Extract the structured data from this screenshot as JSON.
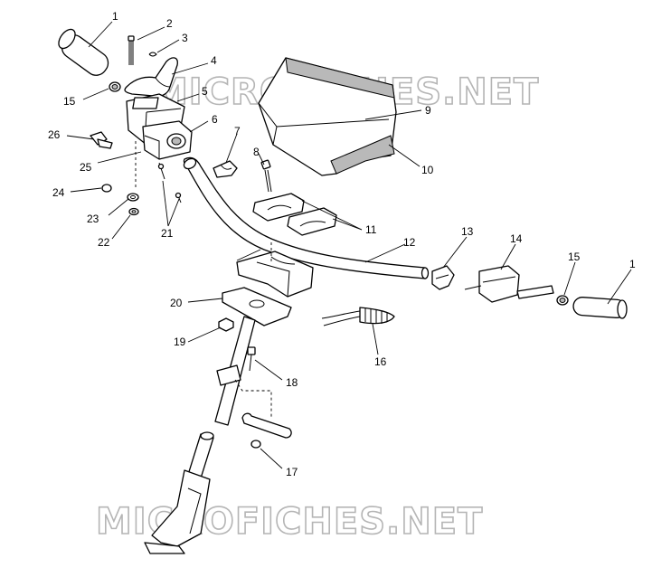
{
  "watermark": {
    "text": "MICROFICHES.NET",
    "color": "#b5b5b5"
  },
  "callouts": [
    {
      "id": "c1a",
      "text": "1"
    },
    {
      "id": "c2",
      "text": "2"
    },
    {
      "id": "c3",
      "text": "3"
    },
    {
      "id": "c4",
      "text": "4"
    },
    {
      "id": "c15a",
      "text": "15"
    },
    {
      "id": "c5",
      "text": "5"
    },
    {
      "id": "c6",
      "text": "6"
    },
    {
      "id": "c7",
      "text": "7"
    },
    {
      "id": "c26",
      "text": "26"
    },
    {
      "id": "c25",
      "text": "25"
    },
    {
      "id": "c8",
      "text": "8"
    },
    {
      "id": "c9",
      "text": "9"
    },
    {
      "id": "c10",
      "text": "10"
    },
    {
      "id": "c24",
      "text": "24"
    },
    {
      "id": "c23",
      "text": "23"
    },
    {
      "id": "c22",
      "text": "22"
    },
    {
      "id": "c21",
      "text": "21"
    },
    {
      "id": "c11",
      "text": "11"
    },
    {
      "id": "c12",
      "text": "12"
    },
    {
      "id": "c13",
      "text": "13"
    },
    {
      "id": "c14",
      "text": "14"
    },
    {
      "id": "c15b",
      "text": "15"
    },
    {
      "id": "c1b",
      "text": "1"
    },
    {
      "id": "c20",
      "text": "20"
    },
    {
      "id": "c16",
      "text": "16"
    },
    {
      "id": "c19",
      "text": "19"
    },
    {
      "id": "c18",
      "text": "18"
    },
    {
      "id": "c17",
      "text": "17"
    }
  ]
}
